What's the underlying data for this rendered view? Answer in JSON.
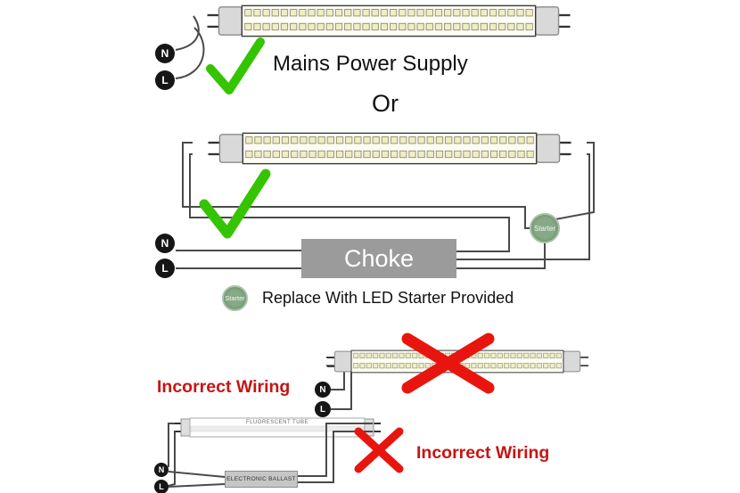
{
  "colors": {
    "check_green": "#35c400",
    "cross_red": "#e8150e",
    "incorrect_red": "#c81414",
    "choke_bg": "#9b9b9b",
    "ballast_bg": "#c6c6c6",
    "starter_bg": "#86aa86",
    "wire": "#4a4a4a",
    "terminal_black": "#161616"
  },
  "top_section": {
    "title": "Mains Power Supply",
    "terminal_n": "N",
    "terminal_l": "L"
  },
  "divider": {
    "or_label": "Or"
  },
  "choke_section": {
    "terminal_n": "N",
    "terminal_l": "L",
    "choke_label": "Choke",
    "starter_label": "Starter",
    "legend": {
      "starter_label": "Starter",
      "text": "Replace With LED Starter Provided"
    }
  },
  "incorrect_led_section": {
    "label": "Incorrect Wiring",
    "terminal_n": "N",
    "terminal_l": "L"
  },
  "incorrect_fluorescent_section": {
    "label": "Incorrect Wiring",
    "tube_label": "FLUORESCENT TUBE",
    "ballast_label": "ELECTRONIC BALLAST",
    "terminal_n": "N",
    "terminal_l": "L"
  }
}
